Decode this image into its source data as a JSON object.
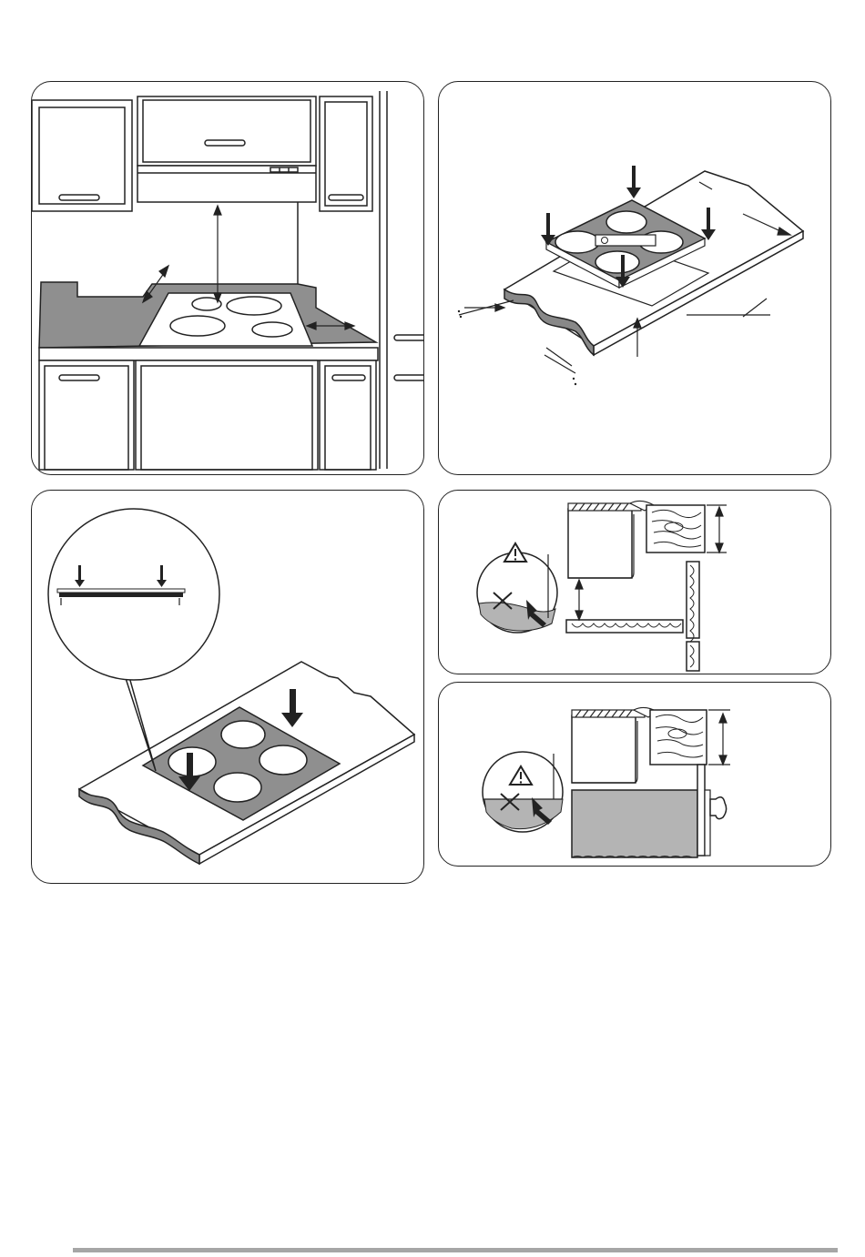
{
  "page": {
    "background": "#ffffff"
  },
  "colors": {
    "line": "#222222",
    "surface_gray": "#8f8f8f",
    "light_gray": "#b4b4b4",
    "footer_rule": "#a6a6a6",
    "white": "#ffffff"
  },
  "panels": [
    {
      "id": "kitchen-installation-overview",
      "icons": [
        "cabinet",
        "range-hood",
        "hob",
        "dimension-arrow"
      ]
    },
    {
      "id": "hob-into-cutout",
      "icons": [
        "down-arrow-icon",
        "dimension-arrow",
        "worktop"
      ]
    },
    {
      "id": "hob-seal-detail",
      "icons": [
        "magnifier-callout",
        "down-arrow-icon",
        "worktop"
      ]
    },
    {
      "id": "wood-clearance-detail",
      "icons": [
        "warning-icon",
        "cross-icon",
        "wood-grain"
      ]
    },
    {
      "id": "oven-below-detail",
      "icons": [
        "warning-icon",
        "cross-icon",
        "oven-knob"
      ]
    }
  ]
}
